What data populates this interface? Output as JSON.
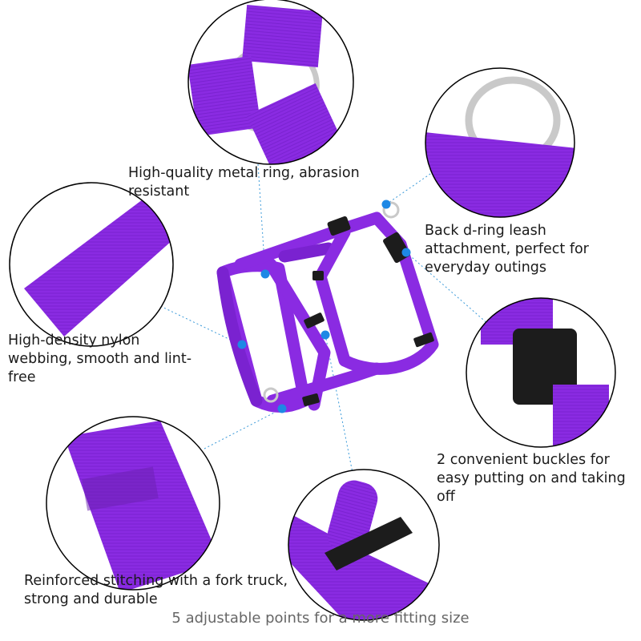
{
  "colors": {
    "nylon": "#8a2be2",
    "nylon_dark": "#6a1fb0",
    "nylon_light": "#a855f0",
    "buckle": "#1c1c1c",
    "ring": "#c9c9c9",
    "callout_line": "#3b9ad9",
    "callout_dot": "#1e88e5",
    "circle_border": "#000000"
  },
  "features": {
    "metal_ring": "High-quality metal ring, abrasion resistant",
    "back_ring": "Back d-ring leash attachment, perfect for everyday outings",
    "nylon_webbing": "High-density nylon webbing, smooth and lint-free",
    "buckles": "2 convenient buckles for easy putting on and taking off",
    "stitching": "Reinforced stitching with a fork truck, strong and durable"
  },
  "footer": "5 adjustable points for a more fitting size"
}
